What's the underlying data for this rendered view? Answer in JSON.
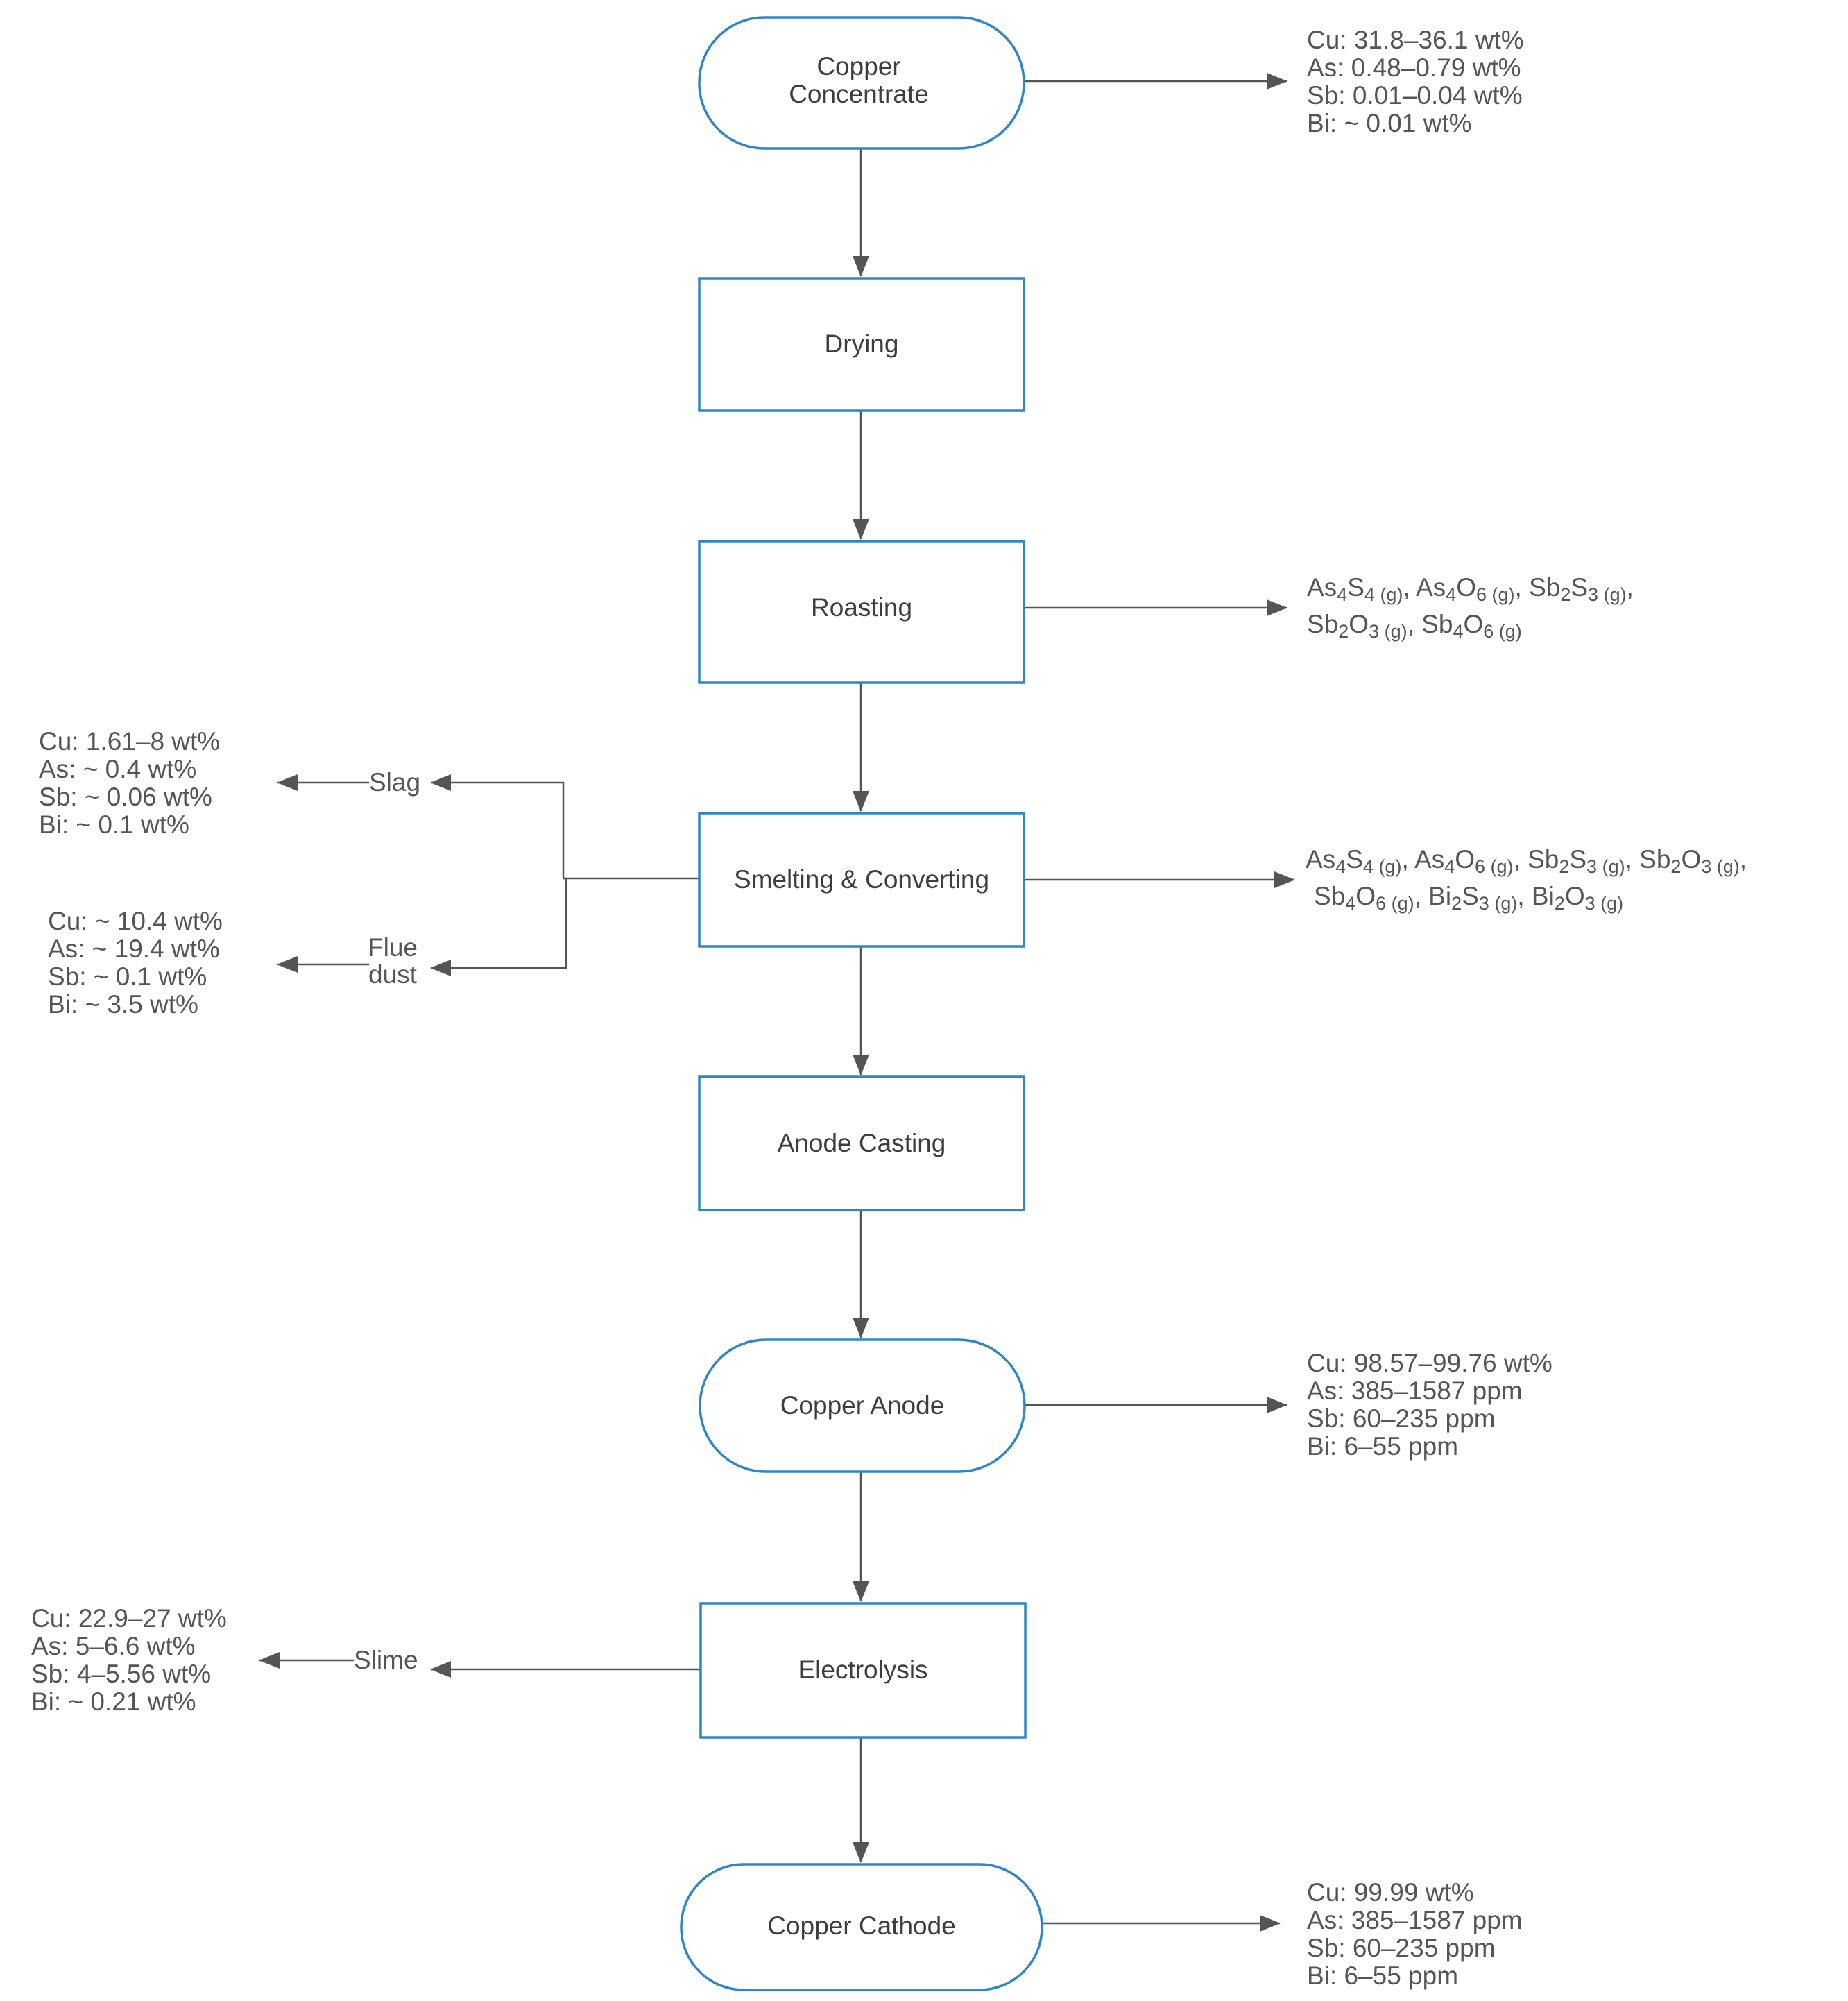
{
  "nodes": {
    "copper_concentrate": [
      "Copper",
      "Concentrate"
    ],
    "drying": "Drying",
    "roasting": "Roasting",
    "smelting": "Smelting & Converting",
    "anode_casting": "Anode Casting",
    "copper_anode": "Copper Anode",
    "electrolysis": "Electrolysis",
    "copper_cathode": "Copper Cathode"
  },
  "compositions": {
    "concentrate": [
      "Cu: 31.8–36.1 wt%",
      "As: 0.48–0.79 wt%",
      "Sb: 0.01–0.04 wt%",
      "Bi: ~ 0.01 wt%"
    ],
    "slag": [
      "Cu: 1.61–8 wt%",
      "As: ~ 0.4 wt%",
      "Sb: ~ 0.06 wt%",
      "Bi: ~ 0.1 wt%"
    ],
    "flue_dust": [
      "Cu: ~ 10.4 wt%",
      "As: ~ 19.4 wt%",
      "Sb: ~ 0.1 wt%",
      "Bi: ~ 3.5 wt%"
    ],
    "anode": [
      "Cu: 98.57–99.76 wt%",
      "As: 385–1587 ppm",
      "Sb: 60–235 ppm",
      "Bi: 6–55 ppm"
    ],
    "slime": [
      "Cu: 22.9–27 wt%",
      "As: 5–6.6 wt%",
      "Sb: 4–5.56 wt%",
      "Bi: ~ 0.21 wt%"
    ],
    "cathode": [
      "Cu: 99.99 wt%",
      "As: 385–1587 ppm",
      "Sb: 60–235 ppm",
      "Bi: 6–55 ppm"
    ]
  },
  "side_labels": {
    "slag": "Slag",
    "flue_dust": [
      "Flue",
      "dust"
    ],
    "slime": "Slime"
  },
  "gas_species": {
    "phase": "(g)",
    "roasting": [
      [
        {
          "s": "As",
          "n": "4"
        },
        {
          "s": "S",
          "n": "4"
        }
      ],
      [
        {
          "s": "As",
          "n": "4"
        },
        {
          "s": "O",
          "n": "6"
        }
      ],
      [
        {
          "s": "Sb",
          "n": "2"
        },
        {
          "s": "S",
          "n": "3"
        }
      ],
      [
        {
          "s": "Sb",
          "n": "2"
        },
        {
          "s": "O",
          "n": "3"
        }
      ],
      [
        {
          "s": "Sb",
          "n": "4"
        },
        {
          "s": "O",
          "n": "6"
        }
      ]
    ],
    "smelting": [
      [
        {
          "s": "As",
          "n": "4"
        },
        {
          "s": "S",
          "n": "4"
        }
      ],
      [
        {
          "s": "As",
          "n": "4"
        },
        {
          "s": "O",
          "n": "6"
        }
      ],
      [
        {
          "s": "Sb",
          "n": "2"
        },
        {
          "s": "S",
          "n": "3"
        }
      ],
      [
        {
          "s": "Sb",
          "n": "2"
        },
        {
          "s": "O",
          "n": "3"
        }
      ],
      [
        {
          "s": "Sb",
          "n": "4"
        },
        {
          "s": "O",
          "n": "6"
        }
      ],
      [
        {
          "s": "Bi",
          "n": "2"
        },
        {
          "s": "S",
          "n": "3"
        }
      ],
      [
        {
          "s": "Bi",
          "n": "2"
        },
        {
          "s": "O",
          "n": "3"
        }
      ]
    ]
  },
  "colors": {
    "box_border": "#2e86c9",
    "line": "#555555",
    "text": "#555555"
  }
}
